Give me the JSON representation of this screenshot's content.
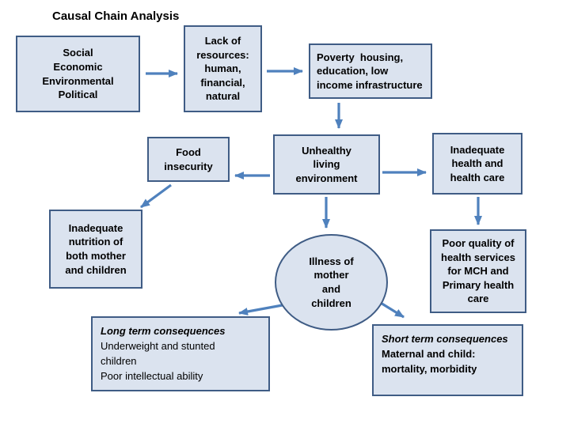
{
  "title": "Causal Chain Analysis",
  "colors": {
    "box_fill": "#dbe3ef",
    "box_border": "#3f5c85",
    "arrow": "#4f81bd",
    "text": "#000000",
    "background": "#ffffff"
  },
  "boxes": {
    "determinants": {
      "lines": [
        "Social",
        "Economic",
        "Environmental",
        "Political"
      ]
    },
    "resources": {
      "lines": [
        "Lack of",
        "resources:",
        "human,",
        "financial,",
        "natural"
      ]
    },
    "poverty": {
      "lines": [
        "Poverty  housing,",
        "education, low",
        "income infrastructure"
      ]
    },
    "food": {
      "lines": [
        "Food",
        "insecurity"
      ]
    },
    "living": {
      "lines": [
        "Unhealthy",
        "living",
        "environment"
      ]
    },
    "health_care": {
      "lines": [
        "Inadequate",
        "health and",
        "health care"
      ]
    },
    "nutrition": {
      "lines": [
        "Inadequate",
        "nutrition of",
        "both mother",
        "and children"
      ]
    },
    "illness": {
      "lines": [
        "Illness of",
        "mother",
        "and",
        "children"
      ]
    },
    "quality": {
      "lines": [
        "Poor quality of",
        "health services",
        "for MCH and",
        "Primary health",
        "care"
      ]
    },
    "long_term": {
      "title": "Long term consequences",
      "lines": [
        "Underweight and stunted",
        "children",
        "Poor intellectual ability"
      ]
    },
    "short_term": {
      "title": "Short term consequences",
      "lines": [
        "Maternal and child:",
        "mortality, morbidity"
      ]
    }
  },
  "arrows": [
    {
      "from": "determinants",
      "to": "resources"
    },
    {
      "from": "resources",
      "to": "poverty"
    },
    {
      "from": "poverty",
      "to": "living"
    },
    {
      "from": "living",
      "to": "food"
    },
    {
      "from": "living",
      "to": "health_care"
    },
    {
      "from": "food",
      "to": "nutrition"
    },
    {
      "from": "living",
      "to": "illness"
    },
    {
      "from": "health_care",
      "to": "quality"
    },
    {
      "from": "illness",
      "to": "long_term"
    },
    {
      "from": "illness",
      "to": "short_term"
    }
  ]
}
